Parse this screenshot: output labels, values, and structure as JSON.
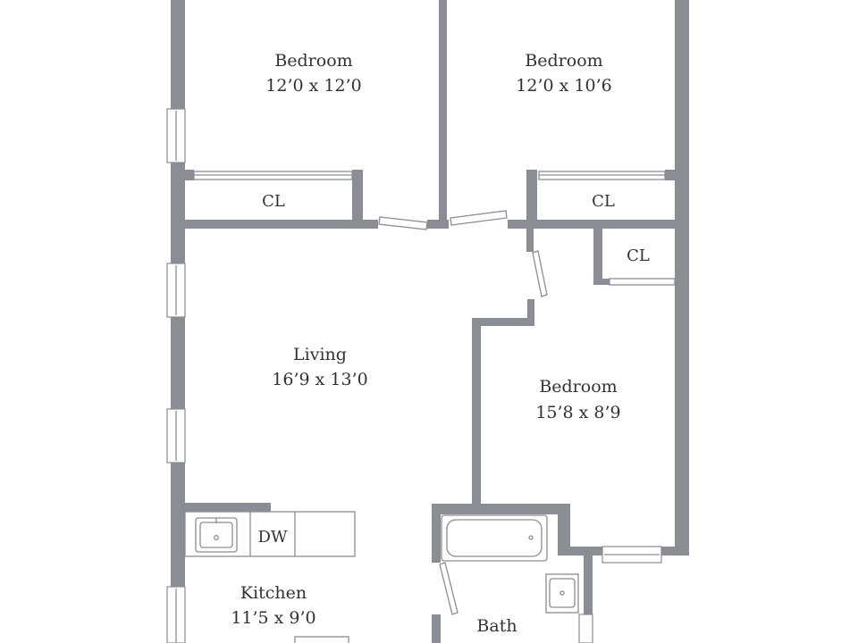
{
  "rooms": [
    {
      "name": "Bedroom",
      "dims": "12’0 x 12’0"
    },
    {
      "name": "Bedroom",
      "dims": "12’0 x 10’6"
    },
    {
      "name": "Living",
      "dims": "16’9 x 13’0"
    },
    {
      "name": "Bedroom",
      "dims": "15’8 x 8’9"
    },
    {
      "name": "Kitchen",
      "dims": "11’5 x 9’0"
    },
    {
      "name": "Bath",
      "dims": ""
    }
  ],
  "closets": [
    "CL",
    "CL",
    "CL"
  ],
  "appliances": {
    "dishwasher": "DW"
  },
  "colors": {
    "wall": "#8a8d93",
    "text": "#2f3336",
    "background": "#ffffff"
  }
}
